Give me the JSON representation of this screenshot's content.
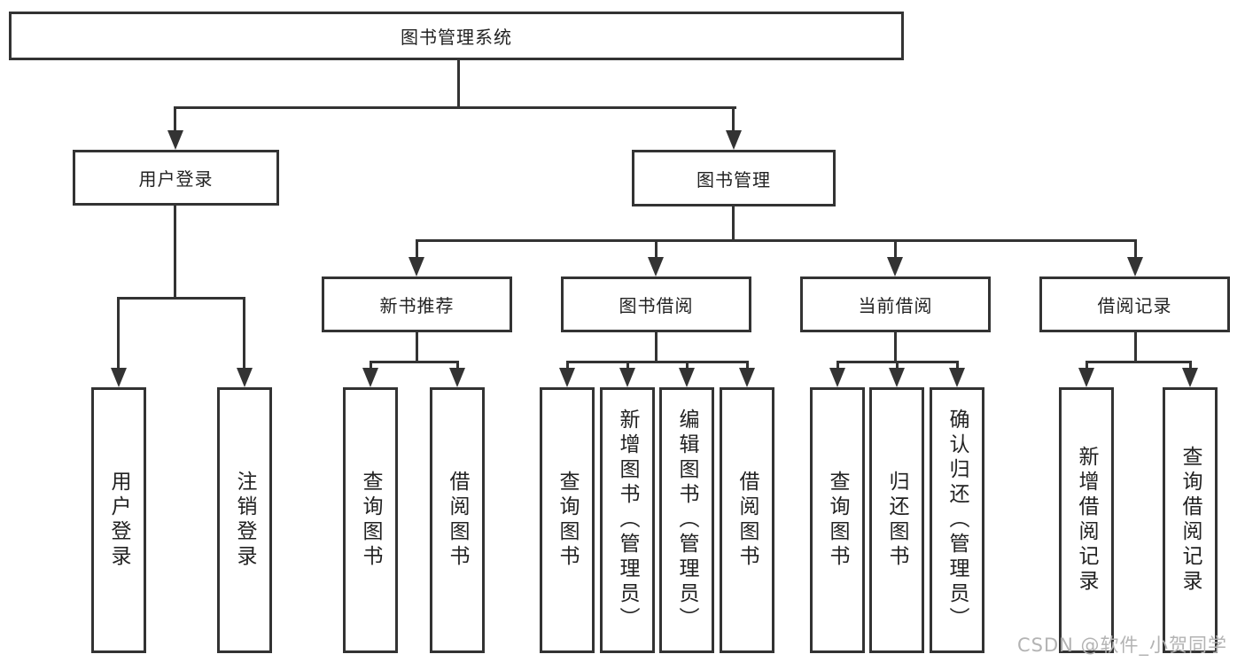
{
  "diagram": {
    "root": "图书管理系统",
    "user_login": {
      "label": "用户登录",
      "children": [
        "用户登录",
        "注销登录"
      ]
    },
    "book_management": {
      "label": "图书管理",
      "children": [
        {
          "label": "新书推荐",
          "children": [
            "查询图书",
            "借阅图书"
          ]
        },
        {
          "label": "图书借阅",
          "children": [
            "查询图书",
            "新增图书（管理员）",
            "编辑图书（管理员）",
            "借阅图书"
          ]
        },
        {
          "label": "当前借阅",
          "children": [
            "查询图书",
            "归还图书",
            "确认归还（管理员）"
          ]
        },
        {
          "label": "借阅记录",
          "children": [
            "新增借阅记录",
            "查询借阅记录"
          ]
        }
      ]
    },
    "watermark": "CSDN @软件_小贺同学",
    "colors": {
      "line": "#333333",
      "text": "#222222",
      "watermark": "#b3b3b3",
      "background": "#ffffff"
    }
  }
}
